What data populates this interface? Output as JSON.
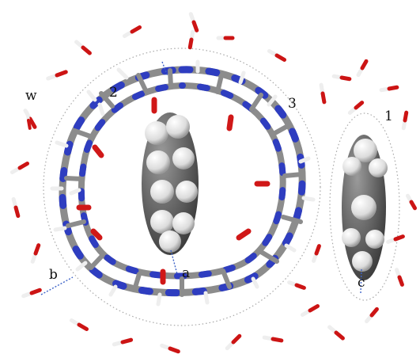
{
  "labels": {
    "w": "w",
    "one": "1",
    "two": "2",
    "three": "3",
    "a": "a",
    "b": "b",
    "c": "c"
  },
  "colors": {
    "carbon": "#8c8c8c",
    "nitrogen": "#2e3dc0",
    "oxygen": "#d01818",
    "hydrogen": "#f2f2f2",
    "hbond": "#3f64c8",
    "outline": "#a8a8a8"
  }
}
